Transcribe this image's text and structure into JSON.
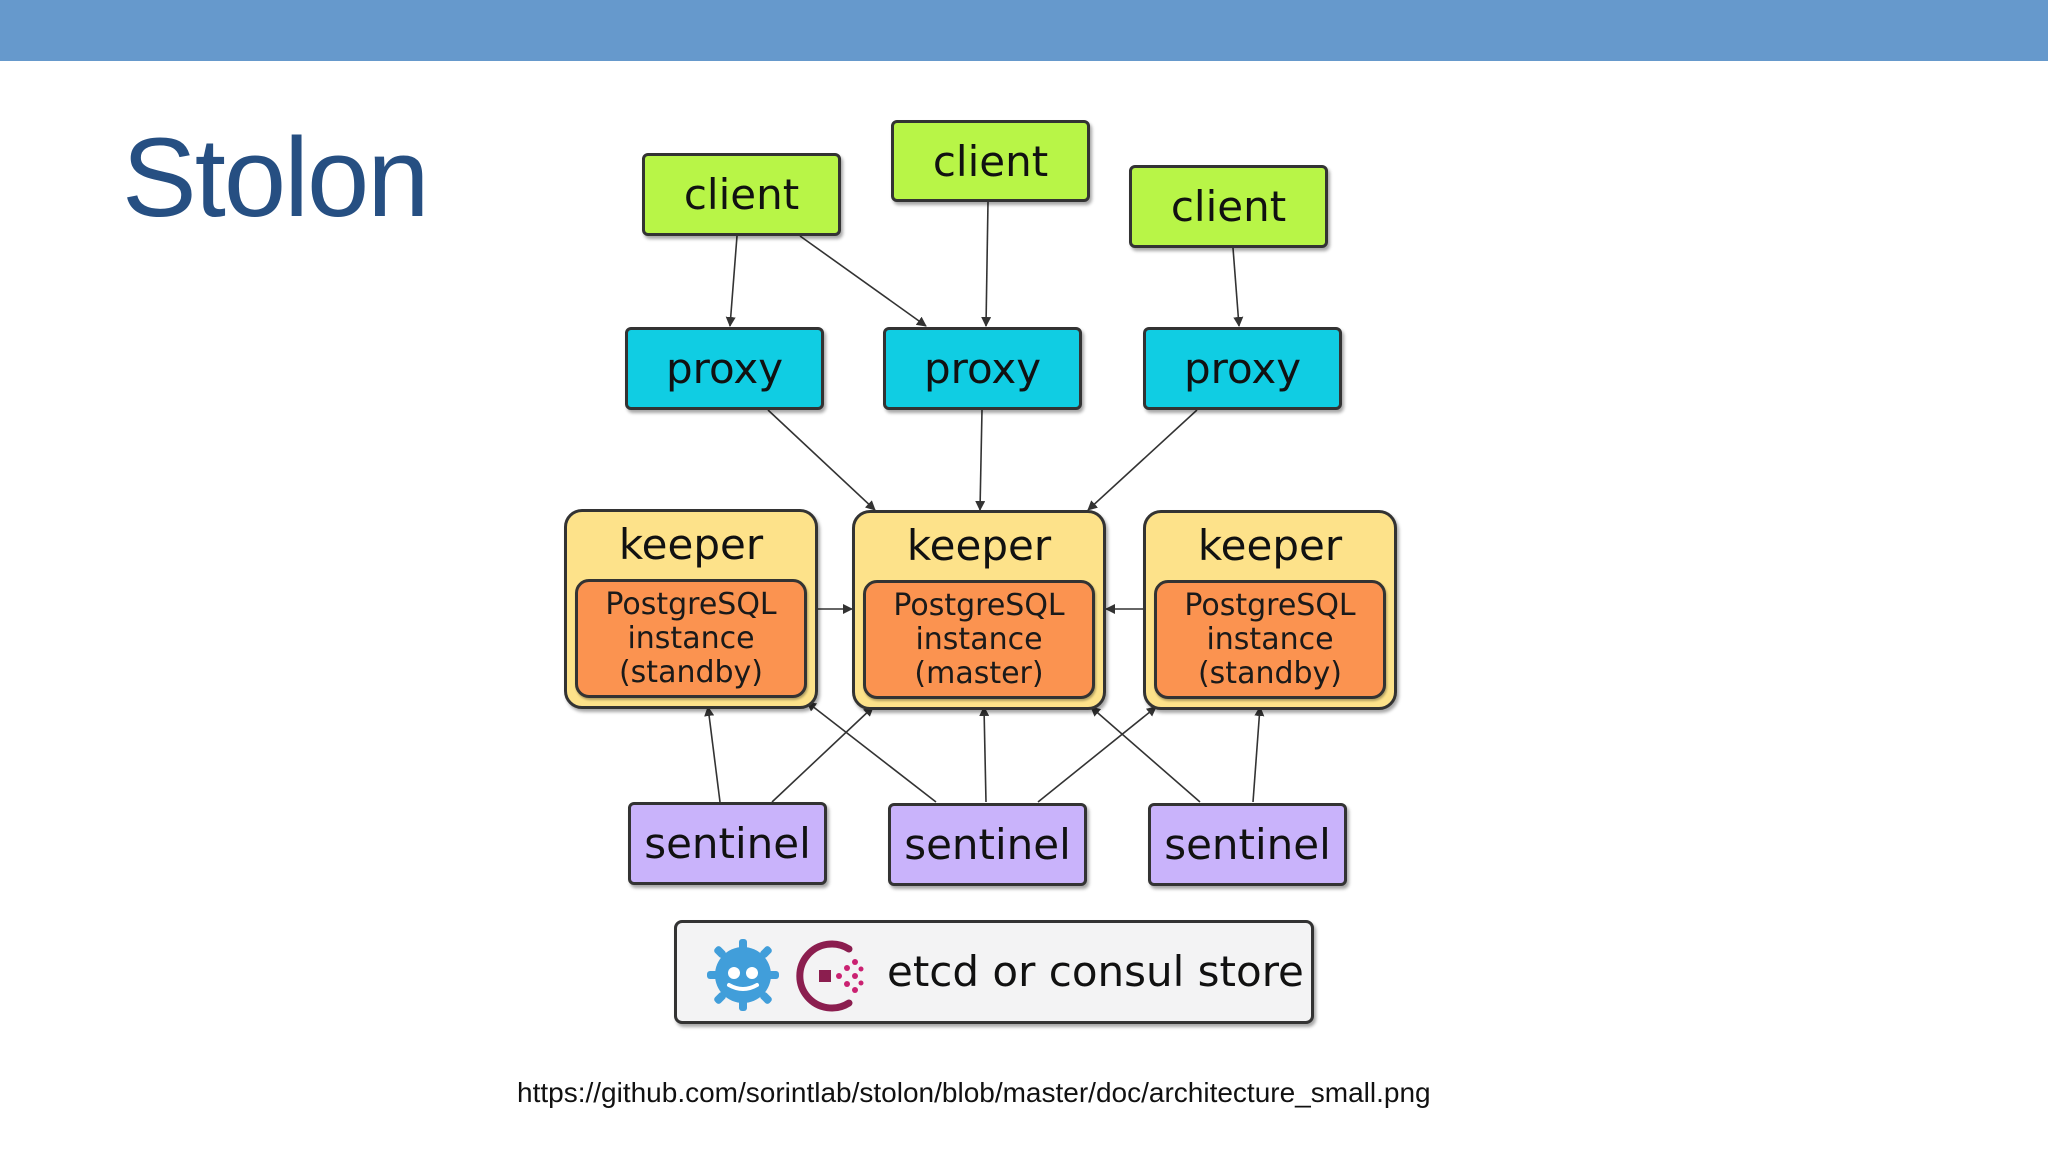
{
  "slide": {
    "title": "Stolon",
    "source_url": "https://github.com/sorintlab/stolon/blob/master/doc/architecture_small.png"
  },
  "colors": {
    "top_bar": "#6699cc",
    "title": "#264f82",
    "client": "#b8f547",
    "proxy": "#10cde3",
    "keeper": "#fde28a",
    "postgres": "#fb9350",
    "sentinel": "#c9b3fb",
    "store": "#f3f3f4"
  },
  "diagram": {
    "clients": [
      {
        "label": "client"
      },
      {
        "label": "client"
      },
      {
        "label": "client"
      }
    ],
    "proxies": [
      {
        "label": "proxy"
      },
      {
        "label": "proxy"
      },
      {
        "label": "proxy"
      }
    ],
    "keepers": [
      {
        "label": "keeper",
        "pg_lines": [
          "PostgreSQL",
          "instance",
          "(standby)"
        ]
      },
      {
        "label": "keeper",
        "pg_lines": [
          "PostgreSQL",
          "instance",
          "(master)"
        ]
      },
      {
        "label": "keeper",
        "pg_lines": [
          "PostgreSQL",
          "instance",
          "(standby)"
        ]
      }
    ],
    "sentinels": [
      {
        "label": "sentinel"
      },
      {
        "label": "sentinel"
      },
      {
        "label": "sentinel"
      }
    ],
    "store": {
      "label": "etcd or consul store",
      "icons": [
        "etcd-icon",
        "consul-icon"
      ]
    },
    "edges": [
      {
        "from": "client-1",
        "to": "proxy-1"
      },
      {
        "from": "client-1",
        "to": "proxy-2"
      },
      {
        "from": "client-2",
        "to": "proxy-2"
      },
      {
        "from": "client-3",
        "to": "proxy-3"
      },
      {
        "from": "proxy-1",
        "to": "keeper-2"
      },
      {
        "from": "proxy-2",
        "to": "keeper-2"
      },
      {
        "from": "proxy-3",
        "to": "keeper-2"
      },
      {
        "from": "keeper-1",
        "to": "keeper-2"
      },
      {
        "from": "keeper-3",
        "to": "keeper-2"
      },
      {
        "from": "sentinel-1",
        "to": "keeper-1"
      },
      {
        "from": "sentinel-1",
        "to": "keeper-2"
      },
      {
        "from": "sentinel-2",
        "to": "keeper-1"
      },
      {
        "from": "sentinel-2",
        "to": "keeper-2"
      },
      {
        "from": "sentinel-2",
        "to": "keeper-3"
      },
      {
        "from": "sentinel-3",
        "to": "keeper-2"
      },
      {
        "from": "sentinel-3",
        "to": "keeper-3"
      }
    ]
  }
}
